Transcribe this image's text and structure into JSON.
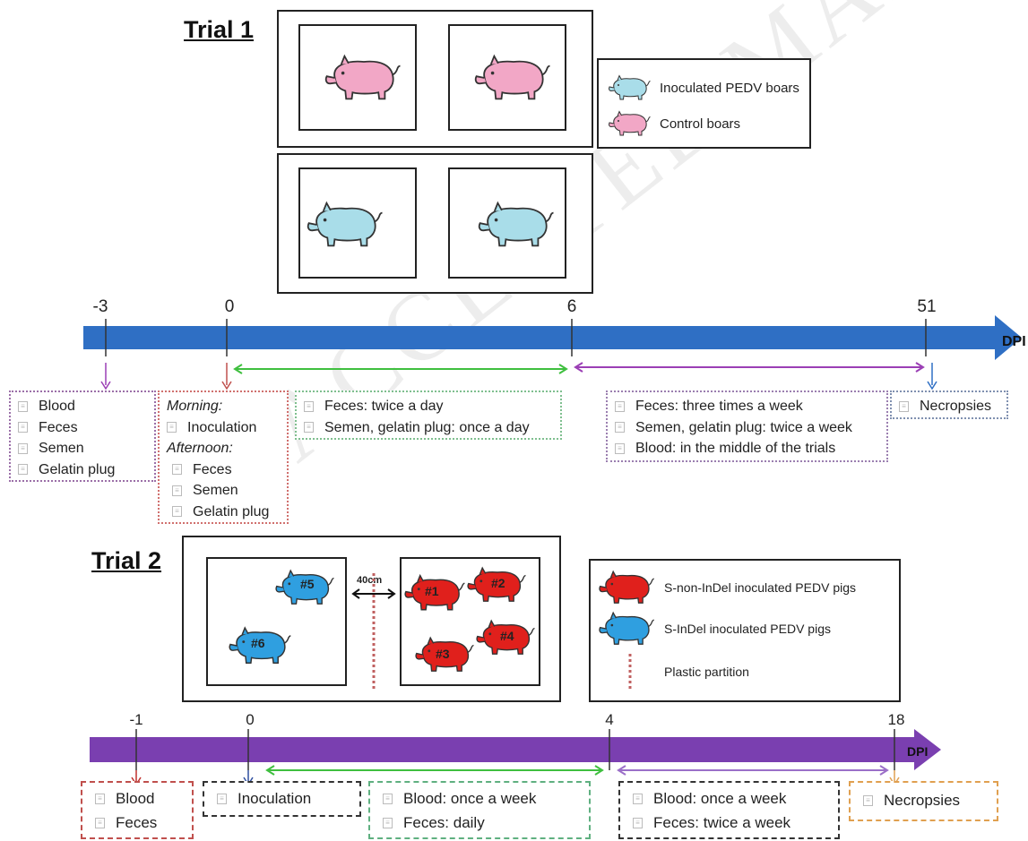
{
  "trial1": {
    "title": "Trial 1",
    "legend": {
      "inoculated": "Inoculated PEDV boars",
      "control": "Control boars"
    },
    "timeline": {
      "ticks": [
        "-3",
        "0",
        "6",
        "51"
      ],
      "axis_label": "DPI",
      "color": "#2f6fc4"
    },
    "notes": {
      "pre": [
        "Blood",
        "Feces",
        "Semen",
        "Gelatin plug"
      ],
      "day0": {
        "morning_label": "Morning:",
        "morning_items": [
          "Inoculation"
        ],
        "afternoon_label": "Afternoon:",
        "afternoon_items": [
          "Feces",
          "Semen",
          "Gelatin plug"
        ]
      },
      "phase1": [
        "Feces: twice a day",
        "Semen, gelatin plug: once a day"
      ],
      "phase2": [
        "Feces: three times a week",
        "Semen, gelatin plug: twice a week",
        "Blood: in the middle of the trials"
      ],
      "end": [
        "Necropsies"
      ]
    }
  },
  "trial2": {
    "title": "Trial 2",
    "distance_label": "40cm",
    "pig_ids": [
      "#1",
      "#2",
      "#3",
      "#4",
      "#5",
      "#6"
    ],
    "legend": {
      "red": "S-non-InDel inoculated PEDV pigs",
      "blue": "S-InDel inoculated PEDV pigs",
      "partition": "Plastic partition"
    },
    "timeline": {
      "ticks": [
        "-1",
        "0",
        "4",
        "18"
      ],
      "axis_label": "DPI",
      "color": "#7a3fb0"
    },
    "notes": {
      "pre": [
        "Blood",
        "Feces"
      ],
      "day0": [
        "Inoculation"
      ],
      "phase1": [
        "Blood: once a week",
        "Feces: daily"
      ],
      "phase2": [
        "Blood: once a week",
        "Feces: twice a week"
      ],
      "end": [
        "Necropsies"
      ]
    }
  },
  "watermark": "ACCEPTED MANUSCRIPT",
  "colors": {
    "pink_pig": "#f2a7c6",
    "light_blue_pig": "#a9dde9",
    "red_pig": "#e0201c",
    "blue_pig": "#2f9fe0",
    "green_arrow": "#3fbf3f",
    "purple_arrow": "#9b3fb5"
  }
}
